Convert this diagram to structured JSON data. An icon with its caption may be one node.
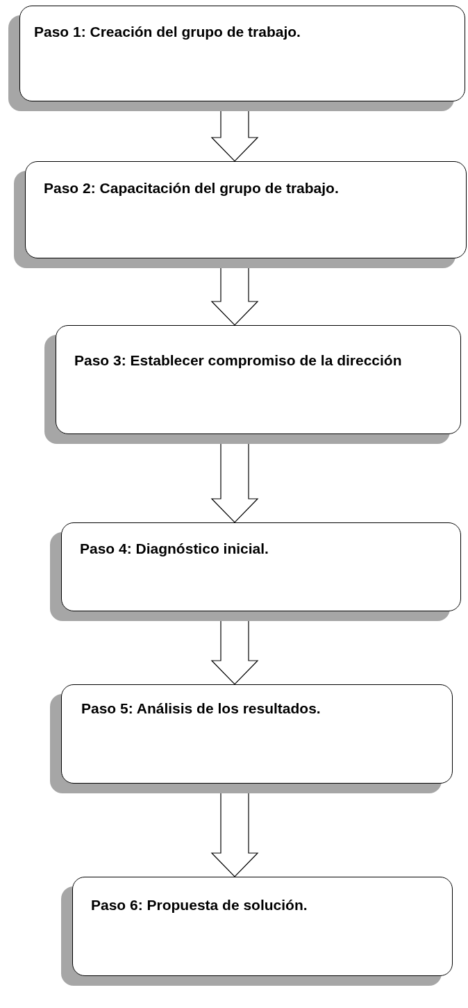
{
  "diagram": {
    "nodes": [
      {
        "text": [
          "Paso 1: Creación del grupo de trabajo."
        ]
      },
      {
        "text": [
          "Paso 2: Capacitación del grupo de trabajo."
        ]
      },
      {
        "text": [
          "Paso 3: Establecer compromiso de la dirección"
        ]
      },
      {
        "text": [
          "Paso 4: Diagnóstico inicial."
        ]
      },
      {
        "text": [
          "Paso 5: Análisis de los resultados."
        ]
      },
      {
        "text": [
          "Paso 6: Propuesta de solución."
        ]
      }
    ],
    "edges": [
      {
        "from": 0,
        "to": 1,
        "arrow": "to"
      },
      {
        "from": 1,
        "to": 2,
        "arrow": "to"
      },
      {
        "from": 2,
        "to": 3,
        "arrow": "to"
      },
      {
        "from": 3,
        "to": 4,
        "arrow": "to"
      },
      {
        "from": 4,
        "to": 5,
        "arrow": "to"
      }
    ]
  }
}
